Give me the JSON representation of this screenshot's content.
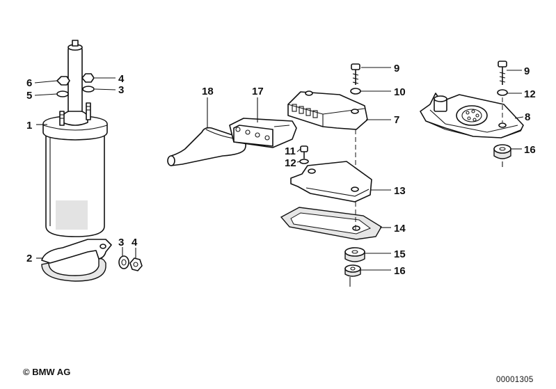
{
  "callouts": [
    {
      "id": "c1",
      "text": "1"
    },
    {
      "id": "c2",
      "text": "2"
    },
    {
      "id": "c3a",
      "text": "3"
    },
    {
      "id": "c3b",
      "text": "3"
    },
    {
      "id": "c4a",
      "text": "4"
    },
    {
      "id": "c4b",
      "text": "4"
    },
    {
      "id": "c5",
      "text": "5"
    },
    {
      "id": "c6",
      "text": "6"
    },
    {
      "id": "c7",
      "text": "7"
    },
    {
      "id": "c8",
      "text": "8"
    },
    {
      "id": "c9a",
      "text": "9"
    },
    {
      "id": "c9b",
      "text": "9"
    },
    {
      "id": "c10",
      "text": "10"
    },
    {
      "id": "c11",
      "text": "11"
    },
    {
      "id": "c12a",
      "text": "12"
    },
    {
      "id": "c12b",
      "text": "12"
    },
    {
      "id": "c13",
      "text": "13"
    },
    {
      "id": "c14",
      "text": "14"
    },
    {
      "id": "c15",
      "text": "15"
    },
    {
      "id": "c16a",
      "text": "16"
    },
    {
      "id": "c16b",
      "text": "16"
    },
    {
      "id": "c17",
      "text": "17"
    },
    {
      "id": "c18",
      "text": "18"
    }
  ],
  "footer": {
    "copyright": "© BMW AG",
    "reference": "00001305"
  }
}
